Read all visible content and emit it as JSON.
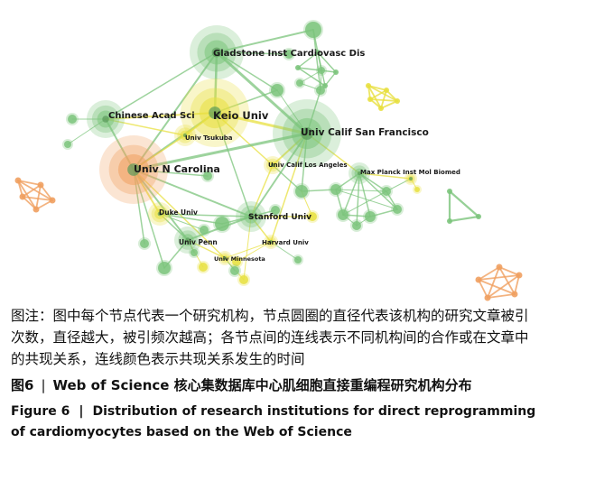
{
  "figure": {
    "labels": {
      "gladstone": "Gladstone Inst Cardiovasc Dis",
      "chinese_acad": "Chinese Acad Sci",
      "keio": "Keio Univ",
      "tsukuba": "Univ Tsukuba",
      "ucsf": "Univ Calif San Francisco",
      "unc": "Univ N Carolina",
      "ucla": "Univ Calif Los Angeles",
      "max_planck": "Max Planck Inst Mol Biomed",
      "duke": "Duke Univ",
      "stanford": "Stanford Univ",
      "penn": "Univ Penn",
      "harvard": "Harvard Univ",
      "minnesota": "Univ Minnesota"
    },
    "colors": {
      "green": "#7cc47c",
      "yellow": "#e8e040",
      "orange": "#f0a060"
    }
  },
  "caption": {
    "note": "图注：图中每个节点代表一个研究机构，节点圆圈的直径代表该机构的研究文章被引次数，直径越大，被引频次越高；各节点间的连线表示不同机构间的合作或在文章中的共现关系，连线颜色表示共现关系发生的时间",
    "label_cn": "图6",
    "separator": "|",
    "title_cn": "Web of Science 核心集数据库中心肌细胞直接重编程研究机构分布",
    "label_en": "Figure 6",
    "title_en": "Distribution of research institutions for direct reprogramming of cardiomyocytes based on the Web of Science"
  }
}
